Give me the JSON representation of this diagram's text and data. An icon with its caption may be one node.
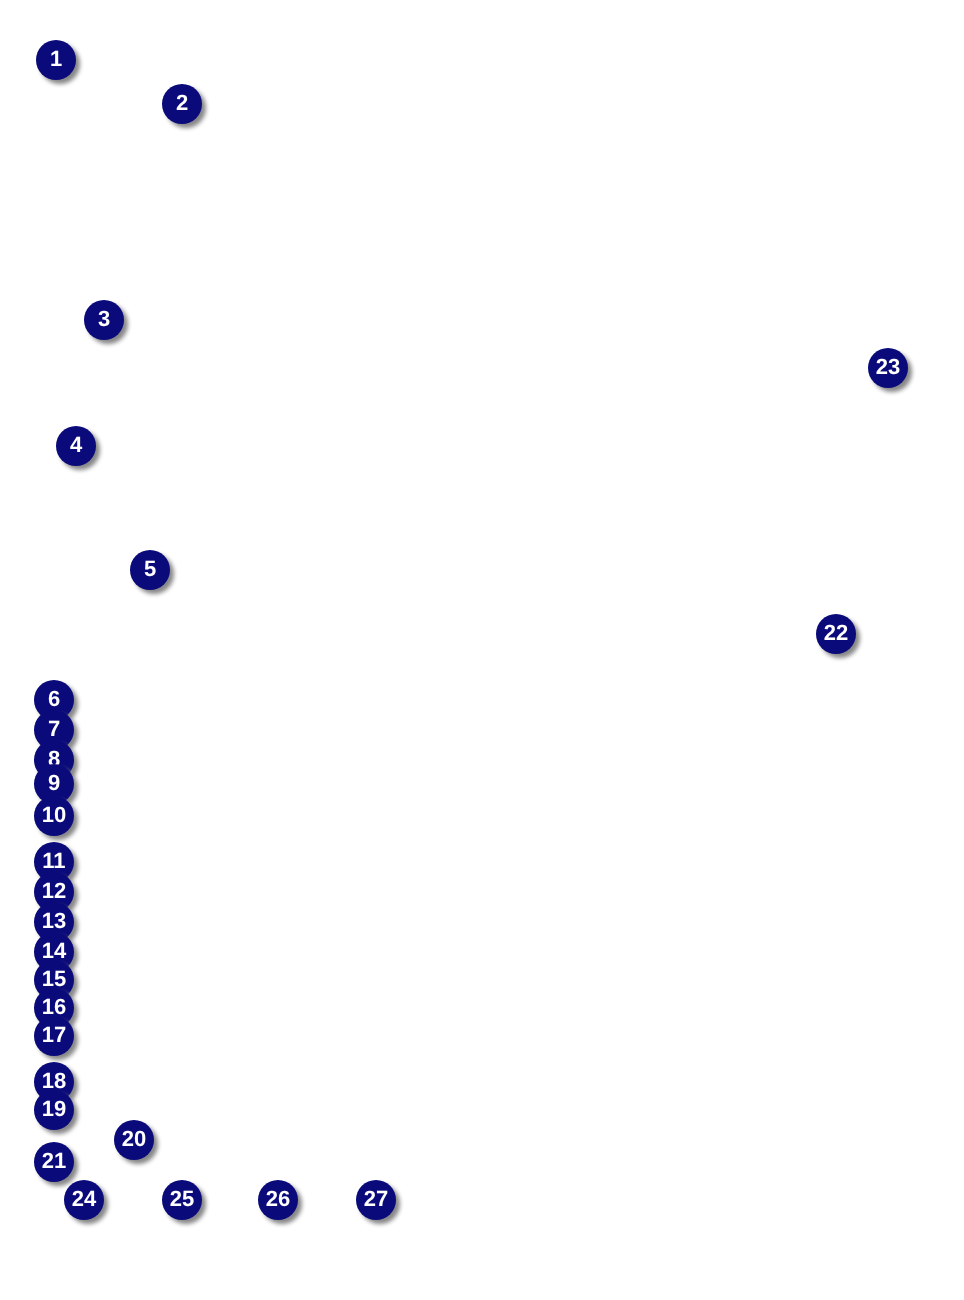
{
  "diagram": {
    "labels": [
      "1",
      "2",
      "3",
      "4",
      "5",
      "6",
      "7",
      "8",
      "9",
      "10",
      "11",
      "12",
      "13",
      "14",
      "15",
      "16",
      "17",
      "18",
      "19",
      "20",
      "21",
      "22",
      "23",
      "24",
      "25",
      "26",
      "27"
    ]
  }
}
